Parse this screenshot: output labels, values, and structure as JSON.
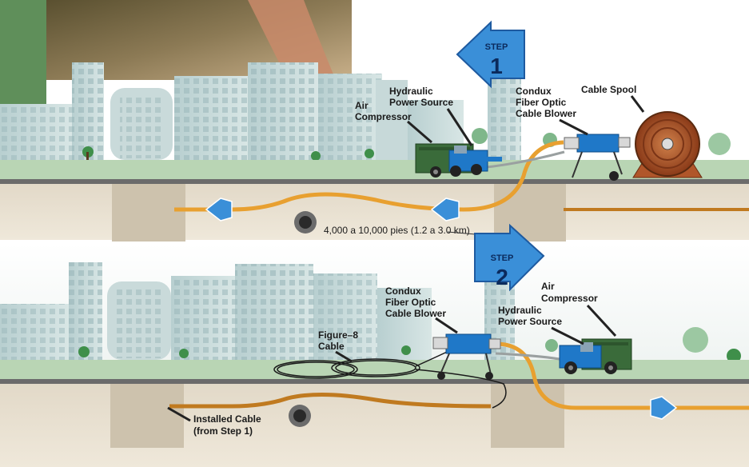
{
  "step1": {
    "step_word": "STEP",
    "step_number": "1",
    "labels": {
      "cable_spool": "Cable Spool",
      "blower_line1": "Condux",
      "blower_line2": "Fiber Optic",
      "blower_line3": "Cable Blower",
      "hydraulic_line1": "Hydraulic",
      "hydraulic_line2": "Power Source",
      "air_line1": "Air",
      "air_line2": "Compressor"
    },
    "distance": "4,000 a 10,000 pies (1.2 a 3.0 km)"
  },
  "step2": {
    "step_word": "STEP",
    "step_number": "2",
    "labels": {
      "blower_line1": "Condux",
      "blower_line2": "Fiber Optic",
      "blower_line3": "Cable Blower",
      "air_line1": "Air",
      "air_line2": "Compressor",
      "hydraulic_line1": "Hydraulic",
      "hydraulic_line2": "Power Source",
      "figure8_line1": "Figure–8",
      "figure8_line2": "Cable",
      "installed_line1": "Installed Cable",
      "installed_line2": "(from Step 1)"
    }
  },
  "colors": {
    "cable_orange": "#e8a030",
    "arrow_blue": "#3a8fd8",
    "equipment_blue": "#1f78c8",
    "compressor_green": "#3a6b3a",
    "spool_brown": "#b0562a",
    "ground": "#d9d0bf",
    "grass": "#7fb07a"
  },
  "icons": [
    "step-arrow-icon",
    "direction-arrow-icon",
    "duct-end-icon",
    "tree-icon"
  ]
}
